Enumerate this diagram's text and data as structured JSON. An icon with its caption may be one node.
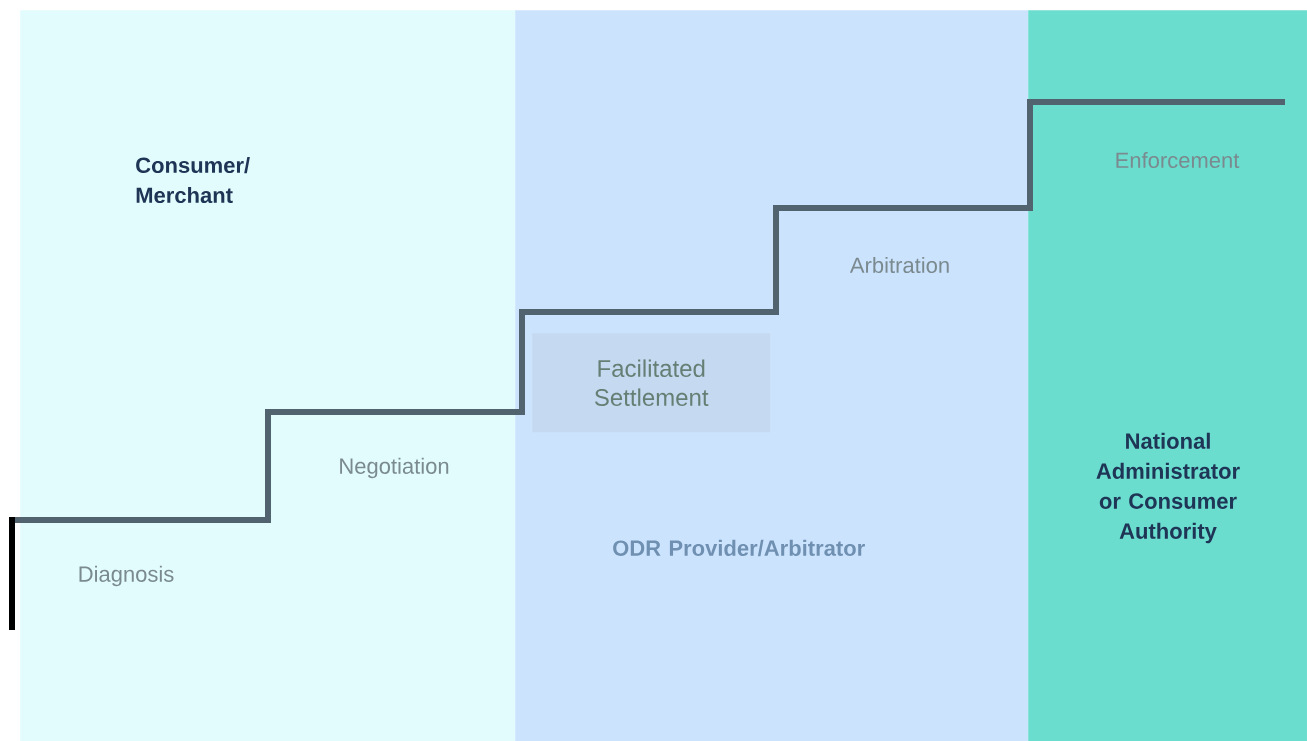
{
  "diagram": {
    "nodes": [
      {
        "text": [
          "Consumer/ Merchant"
        ]
      },
      {
        "text": [
          "ODR Provider/Arbitrator"
        ]
      },
      {
        "text": [
          "National Administrator or Consumer Authority"
        ]
      },
      {
        "text": [
          "Facilitated Settlement"
        ],
        "in": 1
      }
    ],
    "labels": [
      "Enforcement",
      "Arbitration",
      "Negotiation",
      "Diagnosis"
    ]
  }
}
